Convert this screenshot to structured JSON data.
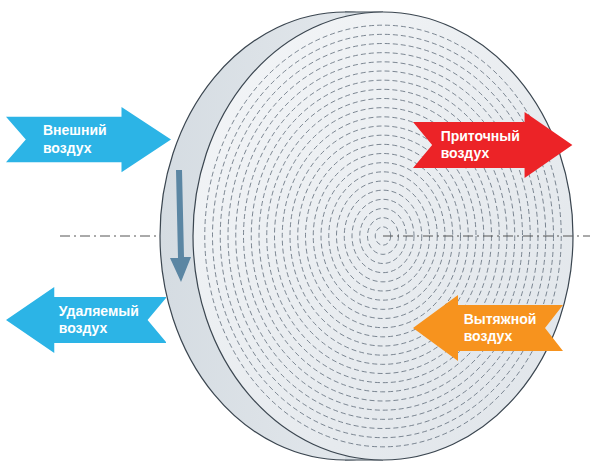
{
  "diagram": {
    "nodes": [
      {
        "text": [
          "Внешний воздух"
        ]
      },
      {
        "text": [
          "Приточный воздух"
        ]
      },
      {
        "text": [
          "Удаляемый воздух"
        ]
      },
      {
        "text": [
          "Вытяжной воздух"
        ]
      }
    ]
  }
}
